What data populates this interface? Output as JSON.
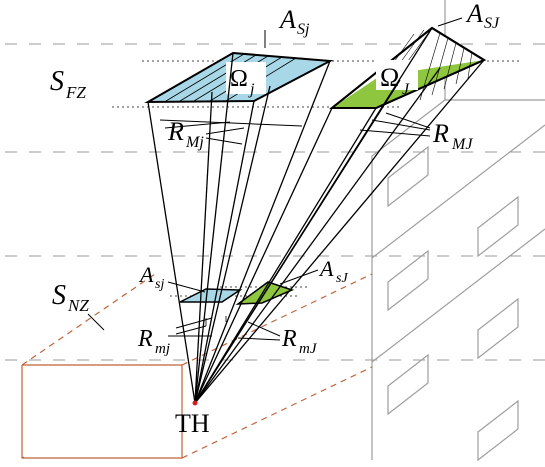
{
  "labels": {
    "S_FZ": {
      "main": "S",
      "sub": "FZ"
    },
    "S_NZ": {
      "main": "S",
      "sub": "NZ"
    },
    "A_Sj": {
      "main": "A",
      "sub": "Sj"
    },
    "A_SJ": {
      "main": "A",
      "sub": "SJ"
    },
    "A_sj": {
      "main": "A",
      "sub": "sj"
    },
    "A_sJ": {
      "main": "A",
      "sub": "sJ"
    },
    "Omega_j": {
      "main": "Ω",
      "sub": "j"
    },
    "Omega_J": {
      "main": "Ω",
      "sub": "J"
    },
    "R_Mj": {
      "main": "R",
      "sub": "Mj"
    },
    "R_MJ": {
      "main": "R",
      "sub": "MJ"
    },
    "R_mj": {
      "main": "R",
      "sub": "mj"
    },
    "R_mJ": {
      "main": "R",
      "sub": "mJ"
    },
    "TH": "TH"
  },
  "colors": {
    "blue_fill": "#a8d8e8",
    "green_fill": "#8ec63f",
    "ground_dash": "#c0623a",
    "building": "#9a9a9a",
    "grey_dash": "#999999",
    "ink": "#000000",
    "source_dot": "#d02020"
  }
}
